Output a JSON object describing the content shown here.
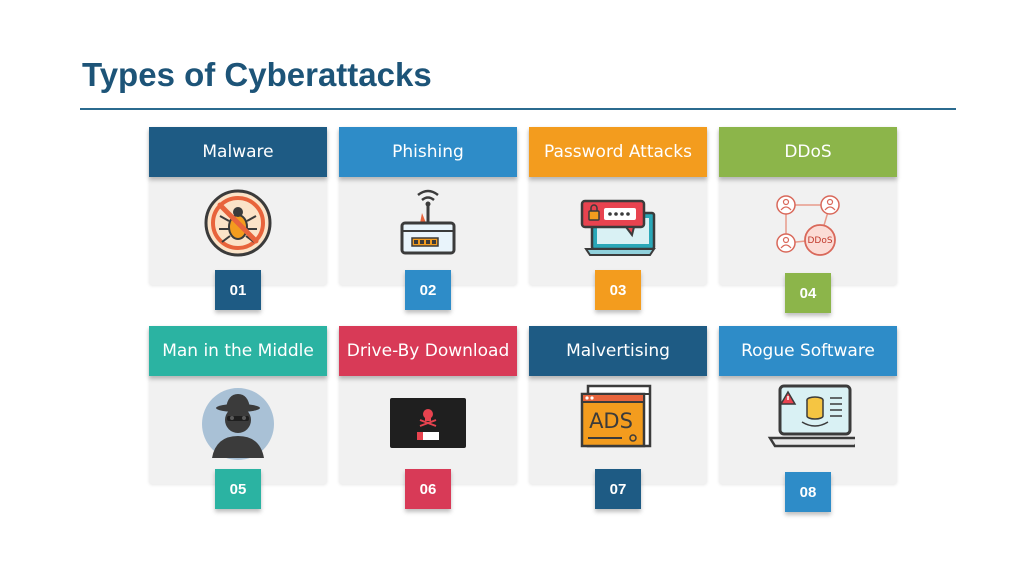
{
  "title": "Types of Cyberattacks",
  "colors": {
    "title": "#1d5478",
    "rule": "#2b6b8f",
    "navy": "#1e5b84",
    "blue": "#2e8cc8",
    "orange": "#f39c1e",
    "green": "#8cb54a",
    "teal": "#2bb3a2",
    "red": "#d83a57"
  },
  "cards": [
    {
      "label": "Malware",
      "number": "01",
      "color": "#1e5b84",
      "icon": "malware-bug-icon"
    },
    {
      "label": "Phishing",
      "number": "02",
      "color": "#2e8cc8",
      "icon": "phishing-router-icon"
    },
    {
      "label": "Password Attacks",
      "number": "03",
      "color": "#f39c1e",
      "icon": "password-lock-icon"
    },
    {
      "label": "DDoS",
      "number": "04",
      "color": "#8cb54a",
      "icon": "ddos-network-icon",
      "icon_text": "DDoS"
    },
    {
      "label": "Man in the Middle",
      "number": "05",
      "color": "#2bb3a2",
      "icon": "hacker-spy-icon"
    },
    {
      "label": "Drive-By Download",
      "number": "06",
      "color": "#d83a57",
      "icon": "skull-screen-icon"
    },
    {
      "label": "Malvertising",
      "number": "07",
      "color": "#1e5b84",
      "icon": "ads-window-icon",
      "icon_text": "ADS"
    },
    {
      "label": "Rogue Software",
      "number": "08",
      "color": "#2e8cc8",
      "icon": "rogue-laptop-icon"
    }
  ]
}
